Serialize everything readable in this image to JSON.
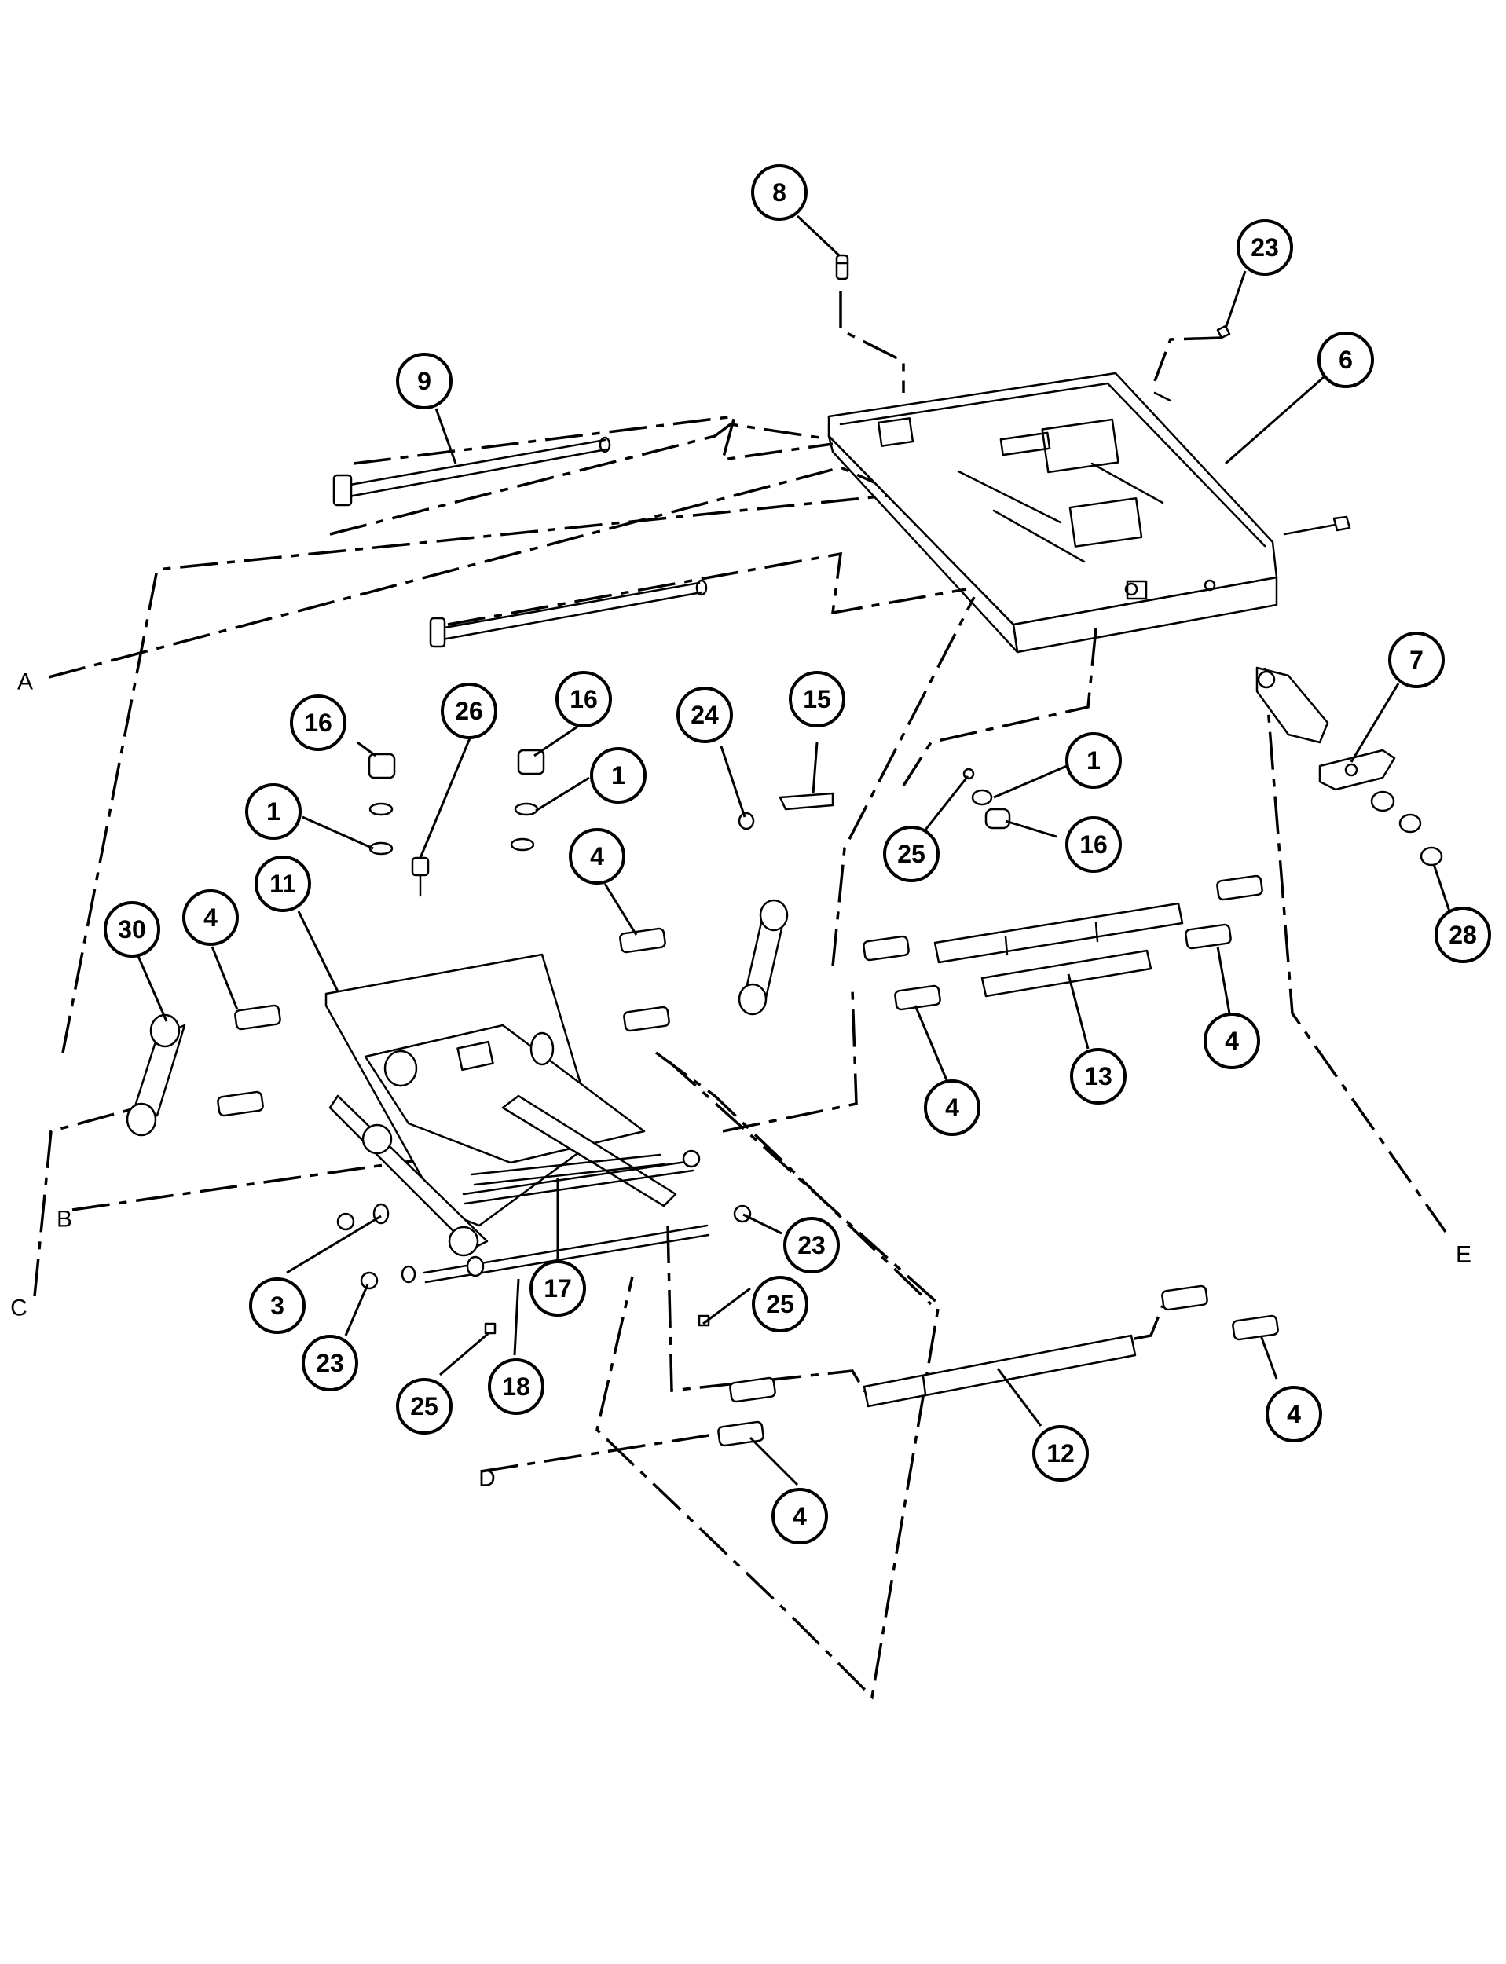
{
  "diagram": {
    "callouts": {
      "c8": "8",
      "c23a": "23",
      "c6": "6",
      "c9": "9",
      "c16a": "16",
      "c26": "26",
      "c16b": "16",
      "c24": "24",
      "c15": "15",
      "c1a": "1",
      "c1b": "1",
      "c25a": "25",
      "c1c": "1",
      "c16c": "16",
      "c7": "7",
      "c28": "28",
      "c30": "30",
      "c4a": "4",
      "c11": "11",
      "c4b": "4",
      "c4c": "4",
      "c13": "13",
      "c4d": "4",
      "c23b": "23",
      "c3": "3",
      "c17": "17",
      "c25b": "25",
      "c23c": "23",
      "c25c": "25",
      "c18": "18",
      "c12": "12",
      "c4e": "4",
      "c4f": "4"
    },
    "letters": {
      "A": "A",
      "B": "B",
      "C": "C",
      "D": "D",
      "E": "E"
    }
  }
}
